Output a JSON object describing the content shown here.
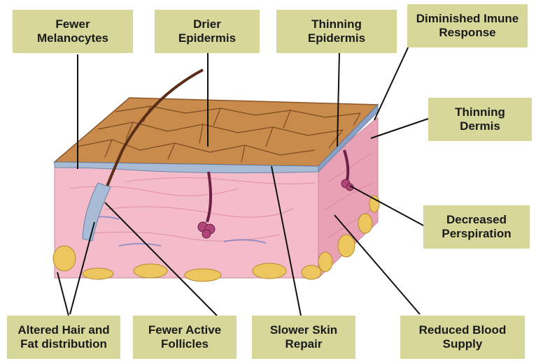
{
  "labels": {
    "fewer_melanocytes": "Fewer\nMelanocytes",
    "drier_epidermis": "Drier\nEpidermis",
    "thinning_epidermis": "Thinning\nEpidermis",
    "diminished_immune": "Diminished Imune\nResponse",
    "thinning_dermis": "Thinning\nDermis",
    "decreased_perspiration": "Decreased\nPerspiration",
    "altered_hair_fat": "Altered Hair and\nFat distribution",
    "fewer_active_follicles": "Fewer Active\nFollicles",
    "slower_skin_repair": "Slower Skin\nRepair",
    "reduced_blood_supply": "Reduced Blood\nSupply"
  },
  "colors": {
    "label_bg": "#d7d79a",
    "epidermis": "#c68a4a",
    "dermis": "#f3b8c8",
    "fat": "#e8c25a",
    "basal_layer": "#9fb3cf"
  }
}
